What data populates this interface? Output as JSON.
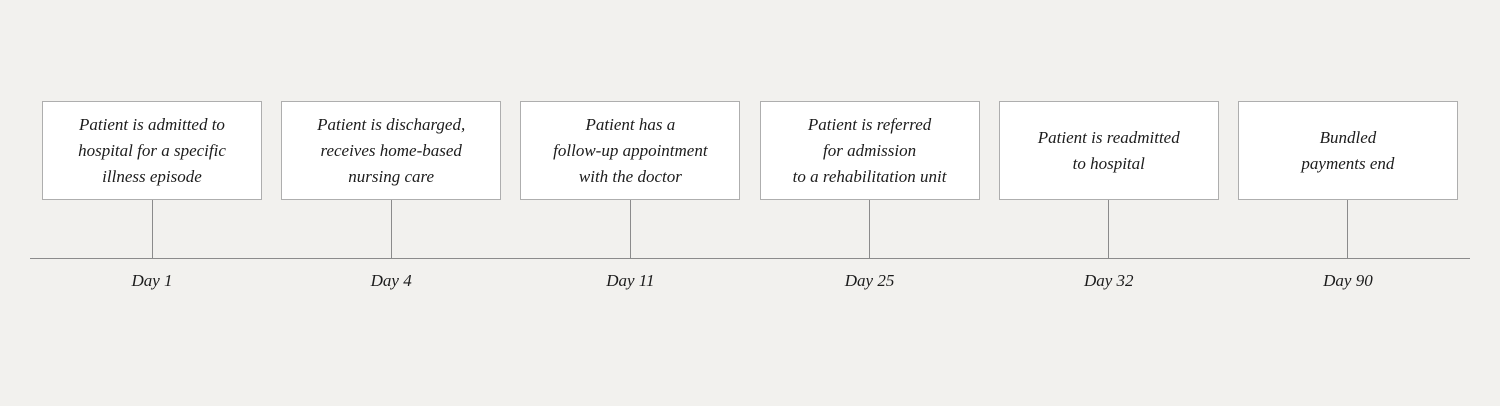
{
  "page": {
    "background_color": "#f2f1ee",
    "axis_color": "#8b8b8b",
    "box_border_color": "#aeaeae",
    "text_color": "#1c1c1c"
  },
  "timeline": {
    "events": [
      {
        "text": "Patient is admitted to\nhospital for a specific\nillness episode",
        "day": "Day 1"
      },
      {
        "text": "Patient is discharged,\nreceives home-based\nnursing care",
        "day": "Day 4"
      },
      {
        "text": "Patient has a\nfollow-up appointment\nwith the doctor",
        "day": "Day 11"
      },
      {
        "text": "Patient is referred\nfor admission\nto a rehabilitation unit",
        "day": "Day 25"
      },
      {
        "text": "Patient is readmitted\nto hospital",
        "day": "Day 32"
      },
      {
        "text": "Bundled\npayments end",
        "day": "Day 90"
      }
    ]
  }
}
